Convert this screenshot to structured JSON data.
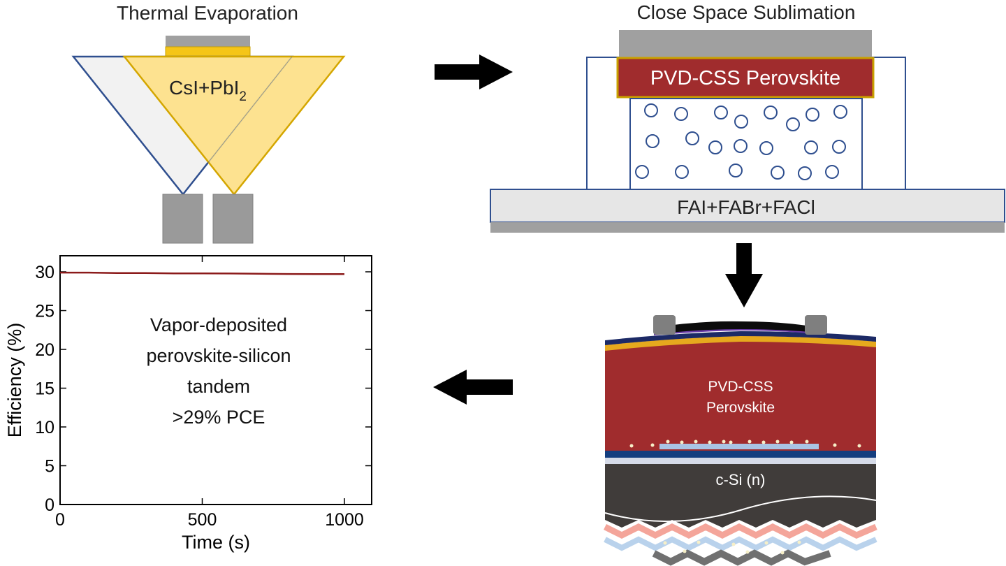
{
  "thermal": {
    "title": "Thermal Evaporation",
    "source_label_main": "CsI+PbI",
    "source_label_sub": "2"
  },
  "css": {
    "title": "Close Space Sublimation",
    "film_label": "PVD-CSS Perovskite",
    "source_label": "FAI+FABr+FACl"
  },
  "device": {
    "absorber_line1": "PVD-CSS",
    "absorber_line2": "Perovskite",
    "silicon_label": "c-Si (n)"
  },
  "annotation": {
    "line1": "Vapor-deposited",
    "line2": "perovskite-silicon",
    "line3": "tandem",
    "line4": ">29% PCE"
  },
  "colors": {
    "gold": "#f5c518",
    "gold_light": "#fde08a",
    "wine": "#a02c2d",
    "blue_outline": "#2f4f8f",
    "gray": "#9a9a9a",
    "silicon": "#403c3a",
    "navy": "#143e7f"
  },
  "chart_data": {
    "type": "line",
    "xlabel": "Time (s)",
    "ylabel": "Efficiency (%)",
    "xlim": [
      0,
      1000
    ],
    "ylim": [
      0,
      30
    ],
    "xticks": [
      0,
      500,
      1000
    ],
    "yticks": [
      0,
      5,
      10,
      15,
      20,
      25,
      30
    ],
    "series": [
      {
        "color": "#8b1a1a",
        "x": [
          0,
          100,
          200,
          300,
          400,
          500,
          600,
          700,
          800,
          900,
          1000
        ],
        "y": [
          29.9,
          29.9,
          29.85,
          29.85,
          29.8,
          29.8,
          29.78,
          29.75,
          29.72,
          29.7,
          29.7
        ]
      }
    ]
  }
}
